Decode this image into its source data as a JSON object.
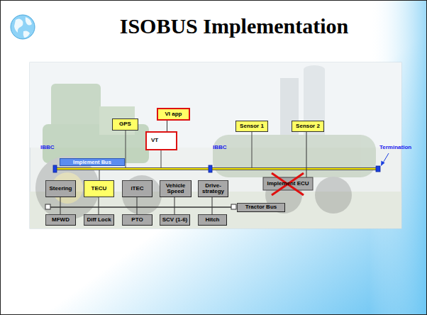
{
  "diagram": {
    "title": "ISOBUS Implementation",
    "nodes": [
      {
        "text": [
          "GPS"
        ]
      },
      {
        "text": [
          "VI app"
        ]
      },
      {
        "text": [
          "VT"
        ]
      },
      {
        "text": [
          "Sensor 1"
        ]
      },
      {
        "text": [
          "Sensor 2"
        ]
      },
      {
        "text": [
          "Implement Bus"
        ]
      },
      {
        "text": [
          "Implement ECU"
        ]
      },
      {
        "text": [
          "Steering"
        ]
      },
      {
        "text": [
          "TECU"
        ]
      },
      {
        "text": [
          "iTEC"
        ]
      },
      {
        "text": [
          "Vehicle Speed"
        ]
      },
      {
        "text": [
          "Drive-strategy"
        ]
      },
      {
        "text": [
          "Tractor Bus"
        ]
      },
      {
        "text": [
          "MFWD"
        ]
      },
      {
        "text": [
          "Diff Lock"
        ]
      },
      {
        "text": [
          "PTO"
        ]
      },
      {
        "text": [
          "SCV (1-6)"
        ]
      },
      {
        "text": [
          "Hitch"
        ]
      }
    ],
    "edges": [
      {
        "from": 1,
        "to": 2,
        "arrow": "none"
      },
      {
        "from": 4,
        "to": 6,
        "arrow": "none"
      }
    ],
    "labels": [
      "IBBC",
      "IBBC",
      "Termination"
    ]
  }
}
